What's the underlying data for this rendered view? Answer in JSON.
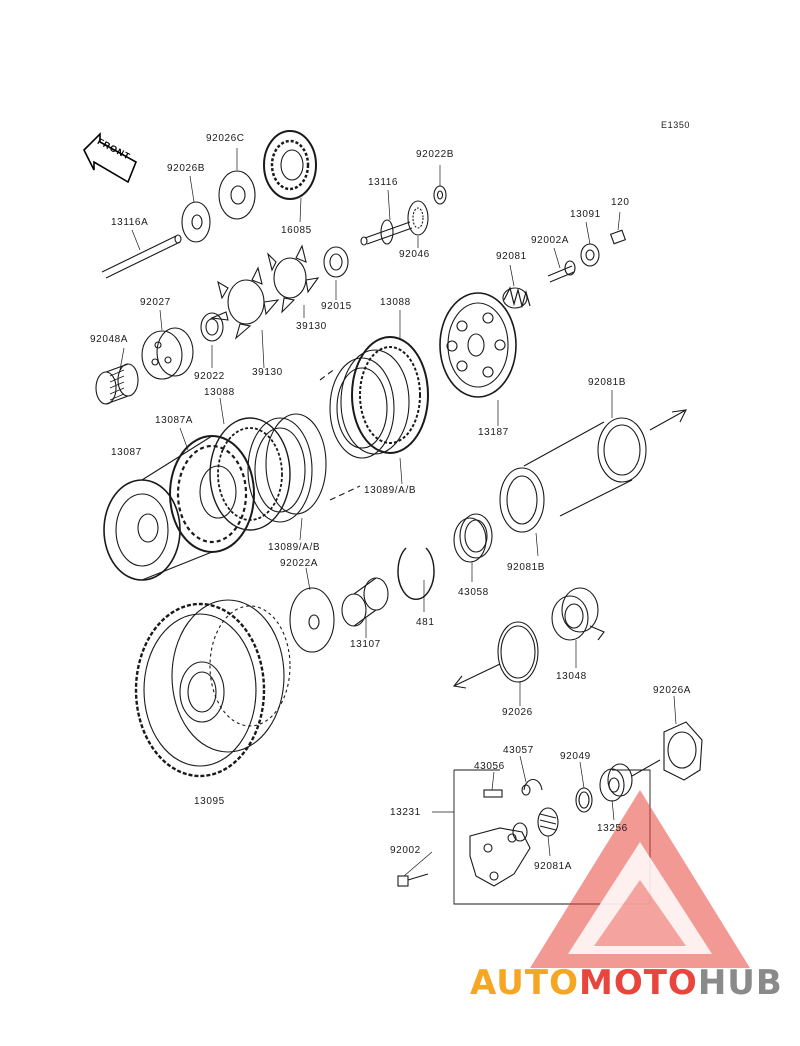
{
  "diagram": {
    "code": "E1350",
    "front_arrow_label": "FRONT",
    "parts": {
      "p92026C": "92026C",
      "p92026B": "92026B",
      "p16085": "16085",
      "p13116A": "13116A",
      "p13116": "13116",
      "p92022B": "92022B",
      "p92046": "92046",
      "p13091": "13091",
      "p120": "120",
      "p92002A": "92002A",
      "p92081": "92081",
      "p92015": "92015",
      "p92027": "92027",
      "p92048A": "92048A",
      "p92022": "92022",
      "p39130a": "39130",
      "p39130b": "39130",
      "p13088a": "13088",
      "p13088b": "13088",
      "p13187": "13187",
      "p13087A": "13087A",
      "p13087": "13087",
      "p92081B": "92081B",
      "p13089a": "13089/A/B",
      "p13089b": "13089/A/B",
      "p92022A": "92022A",
      "p43058": "43058",
      "p92081B2": "92081B",
      "p481": "481",
      "p13107": "13107",
      "p13048": "13048",
      "p92026": "92026",
      "p92026A": "92026A",
      "p43057": "43057",
      "p43056": "43056",
      "p92049": "92049",
      "p13231": "13231",
      "p13256": "13256",
      "p92002": "92002",
      "p92081A": "92081A",
      "p13095": "13095"
    }
  },
  "watermark": {
    "part1": "AUTO",
    "part2": "MOTO",
    "part3": "HUB",
    "color_orange": "#f5a623",
    "color_red": "#e8453c",
    "color_gray": "#8a8a8a"
  }
}
